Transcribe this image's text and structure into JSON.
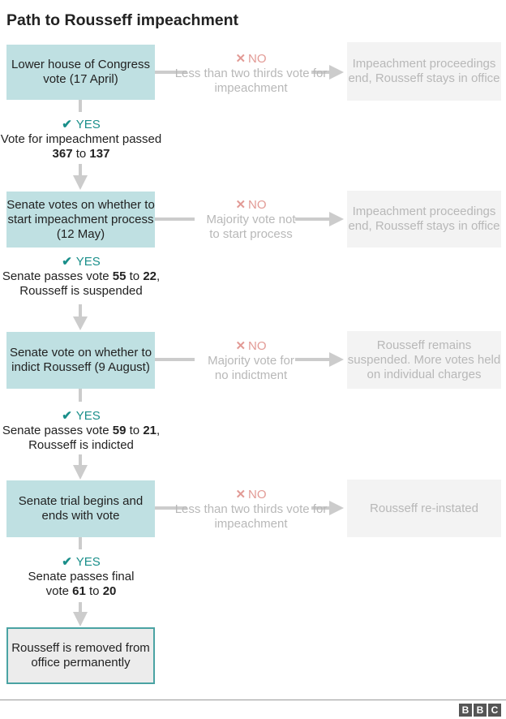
{
  "title": "Path to Rousseff impeachment",
  "stages": [
    {
      "label": "Lower house of Congress vote (17 April)"
    },
    {
      "label": "Senate votes on whether to start impeachment process (12 May)"
    },
    {
      "label": "Senate vote on whether to indict Rousseff (9 August)"
    },
    {
      "label": "Senate trial begins and ends with vote"
    }
  ],
  "no_labels": [
    {
      "head": "NO",
      "text": "Less than two thirds vote for impeachment"
    },
    {
      "head": "NO",
      "text": "Majority vote not to start process"
    },
    {
      "head": "NO",
      "text": "Majority vote for no indictment"
    },
    {
      "head": "NO",
      "text": "Less than two thirds vote for impeachment"
    }
  ],
  "outcomes": [
    {
      "text": "Impeachment proceedings end, Rousseff stays in office"
    },
    {
      "text": "Impeachment proceedings end, Rousseff stays in office"
    },
    {
      "text": "Rousseff remains suspended. More votes held on individual charges"
    },
    {
      "text": "Rousseff re-instated"
    }
  ],
  "yes_labels": [
    {
      "head": "YES",
      "pre": "Vote for impeachment passed ",
      "n1": "367",
      "mid": " to ",
      "n2": "137",
      "post": ""
    },
    {
      "head": "YES",
      "pre": "Senate passes vote ",
      "n1": "55",
      "mid": " to ",
      "n2": "22",
      "post": ", Rousseff is suspended"
    },
    {
      "head": "YES",
      "pre": "Senate passes vote ",
      "n1": "59",
      "mid": " to ",
      "n2": "21",
      "post": ", Rousseff is indicted"
    },
    {
      "head": "YES",
      "pre": "Senate passes final vote ",
      "n1": "61",
      "mid": " to ",
      "n2": "20",
      "post": ""
    }
  ],
  "final": {
    "label": "Rousseff is removed from office permanently"
  },
  "logo": "BBC",
  "colors": {
    "stage": "#bfe0e2",
    "outcome": "#f3f3f3",
    "yes": "#1a8f8a",
    "no": "#e29a95",
    "connector": "#cccccc"
  }
}
